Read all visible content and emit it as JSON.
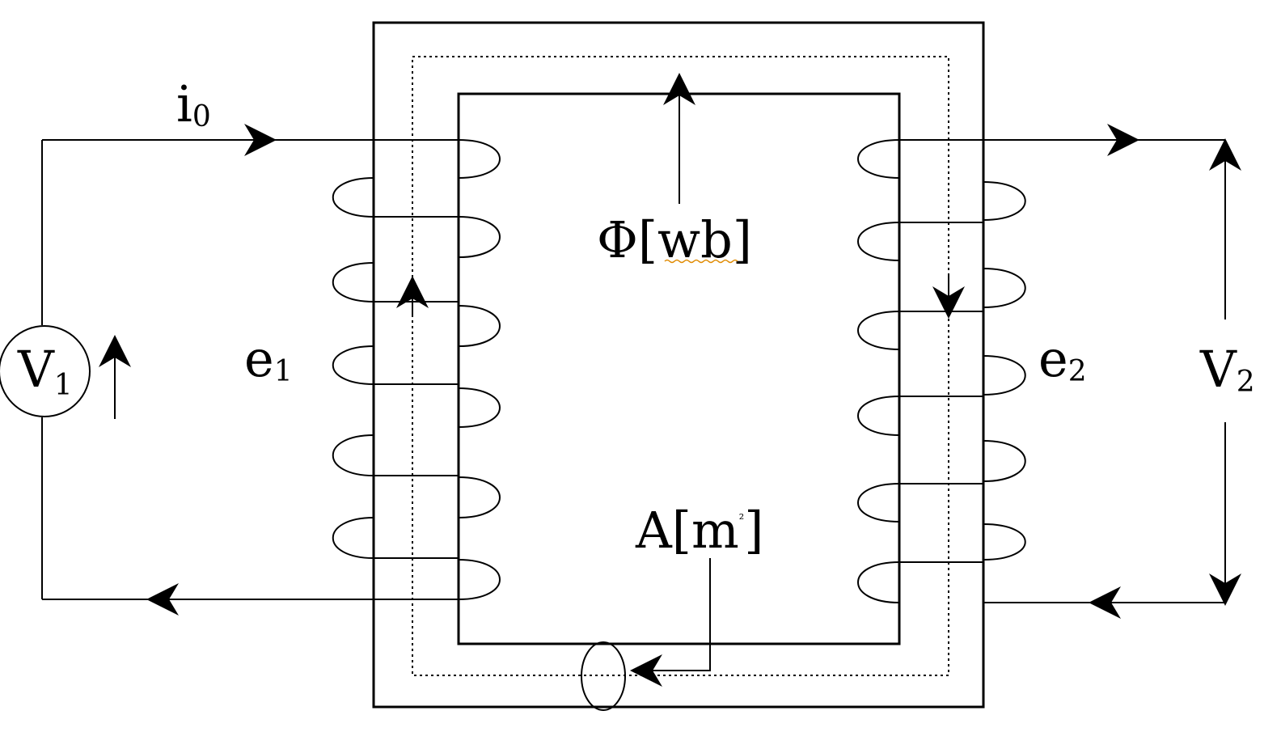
{
  "labels": {
    "current": {
      "main": "i",
      "sub": "0"
    },
    "source": {
      "main": "V",
      "sub": "1"
    },
    "emf_primary": {
      "main": "e",
      "sub": "1"
    },
    "flux": {
      "text": "Φ[wb]"
    },
    "emf_secondary": {
      "main": "e",
      "sub": "2"
    },
    "output_voltage": {
      "main": "V",
      "sub": "2"
    },
    "area": {
      "main": "A[m",
      "sup": "²",
      "end": "]"
    }
  },
  "colors": {
    "line": "#000000",
    "background": "#ffffff",
    "spellcheck": "#e08a00"
  }
}
